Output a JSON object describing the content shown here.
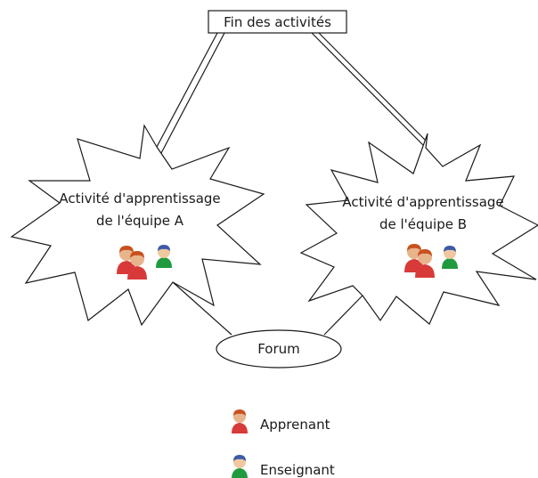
{
  "end_box": {
    "label": "Fin des activités"
  },
  "team_a": {
    "line1": "Activité d'apprentissage",
    "line2": "de l'équipe A"
  },
  "team_b": {
    "line1": "Activité d'apprentissage",
    "line2": "de l'équipe B"
  },
  "forum": {
    "label": "Forum"
  },
  "legend": {
    "learner_label": "Apprenant",
    "teacher_label": "Enseignant"
  },
  "icons": {
    "learner": "learner-person-icon",
    "teacher": "teacher-person-icon"
  },
  "colors": {
    "learner_skin": "#e8b48c",
    "learner_hair": "#c8501e",
    "learner_body": "#d83a3a",
    "teacher_skin": "#f0c8a0",
    "teacher_hair": "#3c5aa8",
    "teacher_body": "#1f9a3e",
    "stroke": "#1a1a1a"
  }
}
